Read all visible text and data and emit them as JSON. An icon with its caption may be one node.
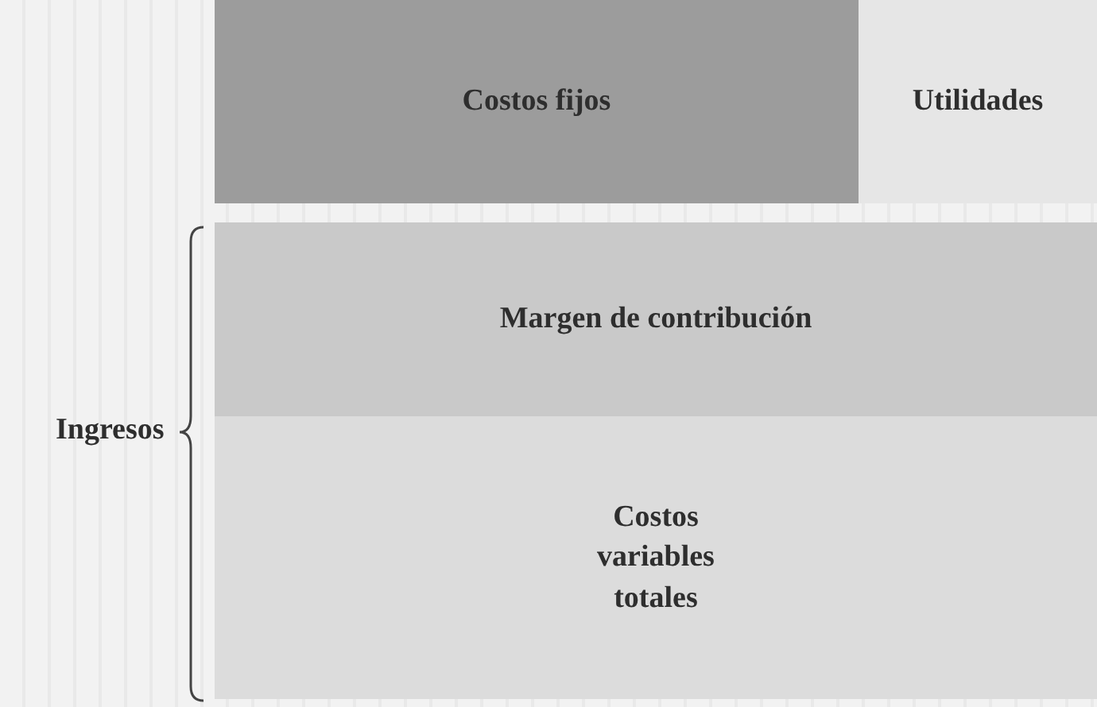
{
  "diagram": {
    "nodes": [
      {
        "text": [
          "Costos fijos"
        ]
      },
      {
        "text": [
          "Utilidades"
        ]
      },
      {
        "text": [
          "Margen de contribución"
        ]
      },
      {
        "text": [
          "Costos variables totales"
        ]
      }
    ],
    "labels": [
      "Ingresos"
    ]
  }
}
